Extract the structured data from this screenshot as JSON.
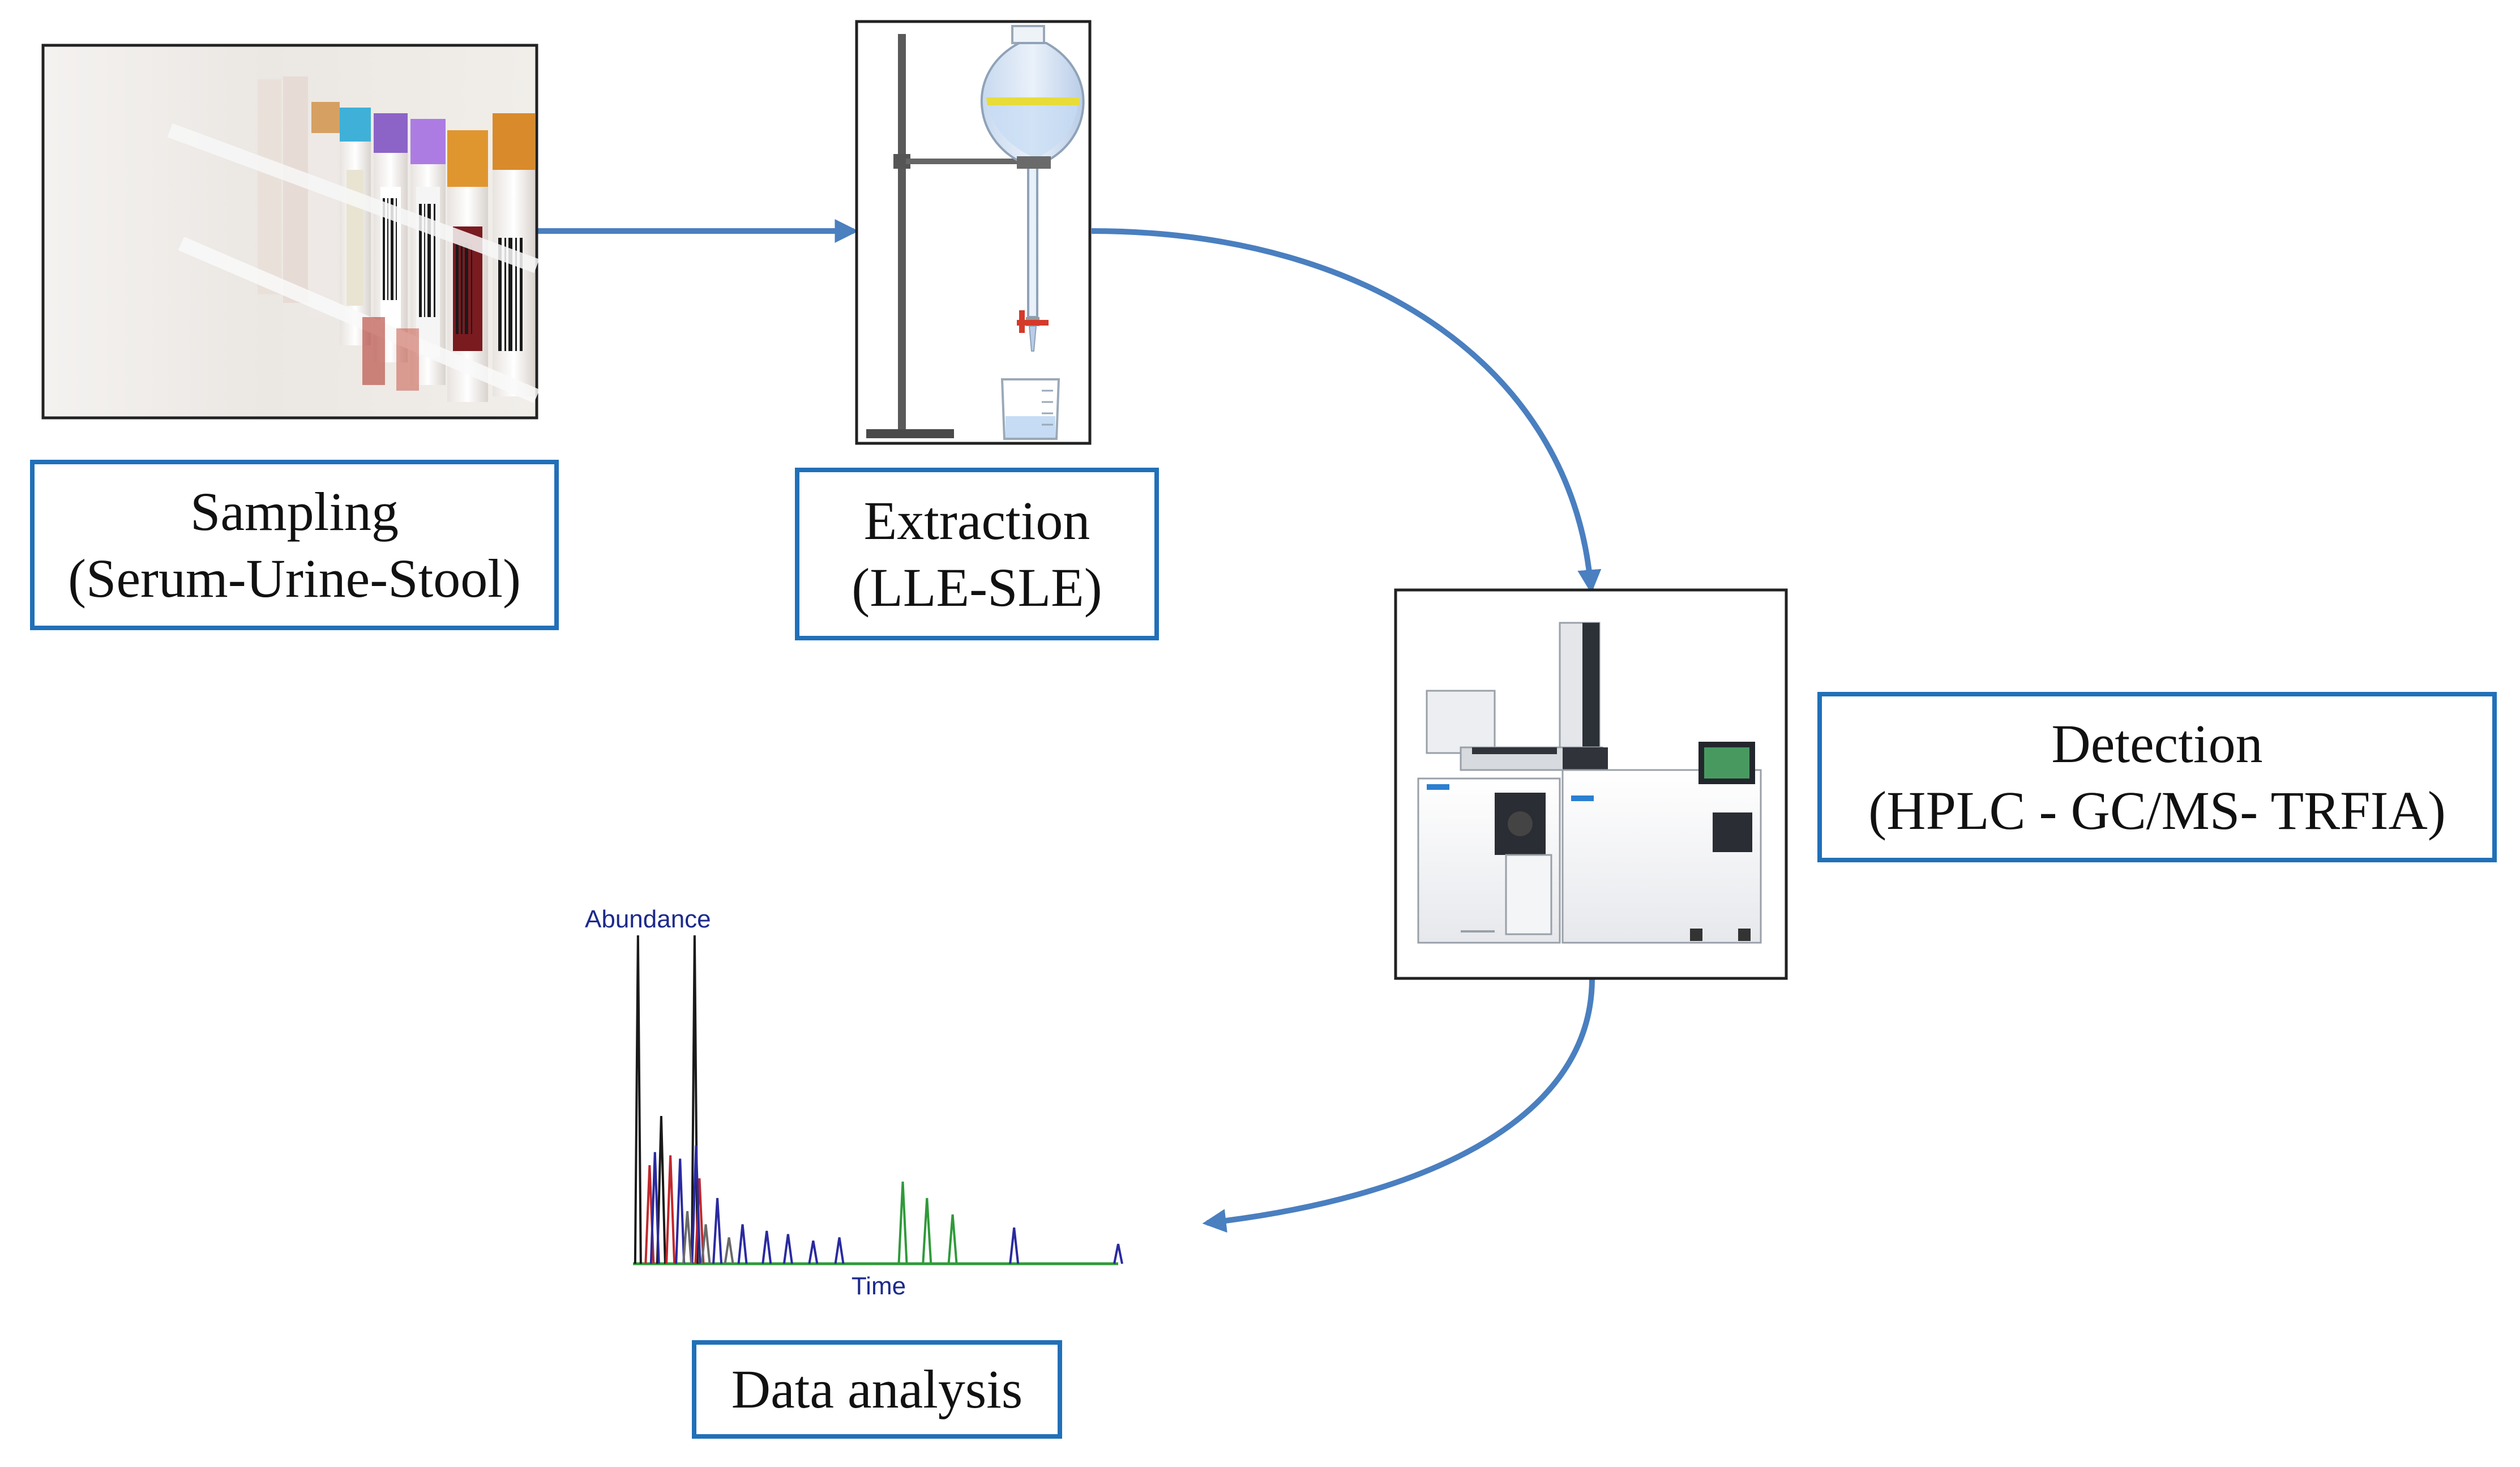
{
  "colors": {
    "arrow": "#4a7fc0",
    "box_border": "#2170b8",
    "text": "#111111",
    "chart_axis_text": "#1c2a8c",
    "trace_black": "#1a1a1a",
    "trace_red": "#c0282c",
    "trace_blue": "#2a2aa0",
    "trace_green": "#2f9a3a",
    "trace_grey": "#6a6a6a"
  },
  "steps": [
    {
      "id": "sampling",
      "label_line1": "Sampling",
      "label_line2": "(Serum-Urine-Stool)",
      "image": "blood-sample-tubes-photo"
    },
    {
      "id": "extraction",
      "label_line1": "Extraction",
      "label_line2": "(LLE-SLE)",
      "image": "separatory-funnel-illustration"
    },
    {
      "id": "detection",
      "label_line1": "Detection",
      "label_line2": "(HPLC - GC/MS- TRFIA)",
      "image": "gc-ms-instrument-photo"
    },
    {
      "id": "analysis",
      "label_line1": "Data analysis",
      "image": "chromatogram-plot"
    }
  ],
  "chart_data": {
    "type": "line",
    "title": "",
    "xlabel": "Time",
    "ylabel": "Abundance",
    "xlim": [
      0,
      100
    ],
    "ylim": [
      0,
      100
    ],
    "grid": false,
    "series": [
      {
        "color": "#1a1a1a",
        "peaks": [
          [
            0.8,
            100
          ],
          [
            5.6,
            45
          ],
          [
            12.5,
            100
          ]
        ]
      },
      {
        "color": "#c0282c",
        "peaks": [
          [
            3.2,
            30
          ],
          [
            7.5,
            33
          ],
          [
            13.5,
            26
          ]
        ]
      },
      {
        "color": "#2a2aa0",
        "peaks": [
          [
            4.3,
            34
          ],
          [
            9.5,
            32
          ],
          [
            12.8,
            36
          ],
          [
            17.2,
            20
          ],
          [
            22.4,
            12
          ],
          [
            27.4,
            10
          ],
          [
            31.8,
            9
          ],
          [
            37,
            7
          ],
          [
            42.4,
            8
          ],
          [
            78.5,
            11
          ],
          [
            100,
            6
          ]
        ]
      },
      {
        "color": "#2f9a3a",
        "peaks": [
          [
            55.5,
            25
          ],
          [
            60.5,
            20
          ],
          [
            65.8,
            15
          ]
        ]
      },
      {
        "color": "#6a6a6a",
        "peaks": [
          [
            11,
            16
          ],
          [
            14.8,
            12
          ],
          [
            19.6,
            8
          ]
        ]
      }
    ]
  }
}
